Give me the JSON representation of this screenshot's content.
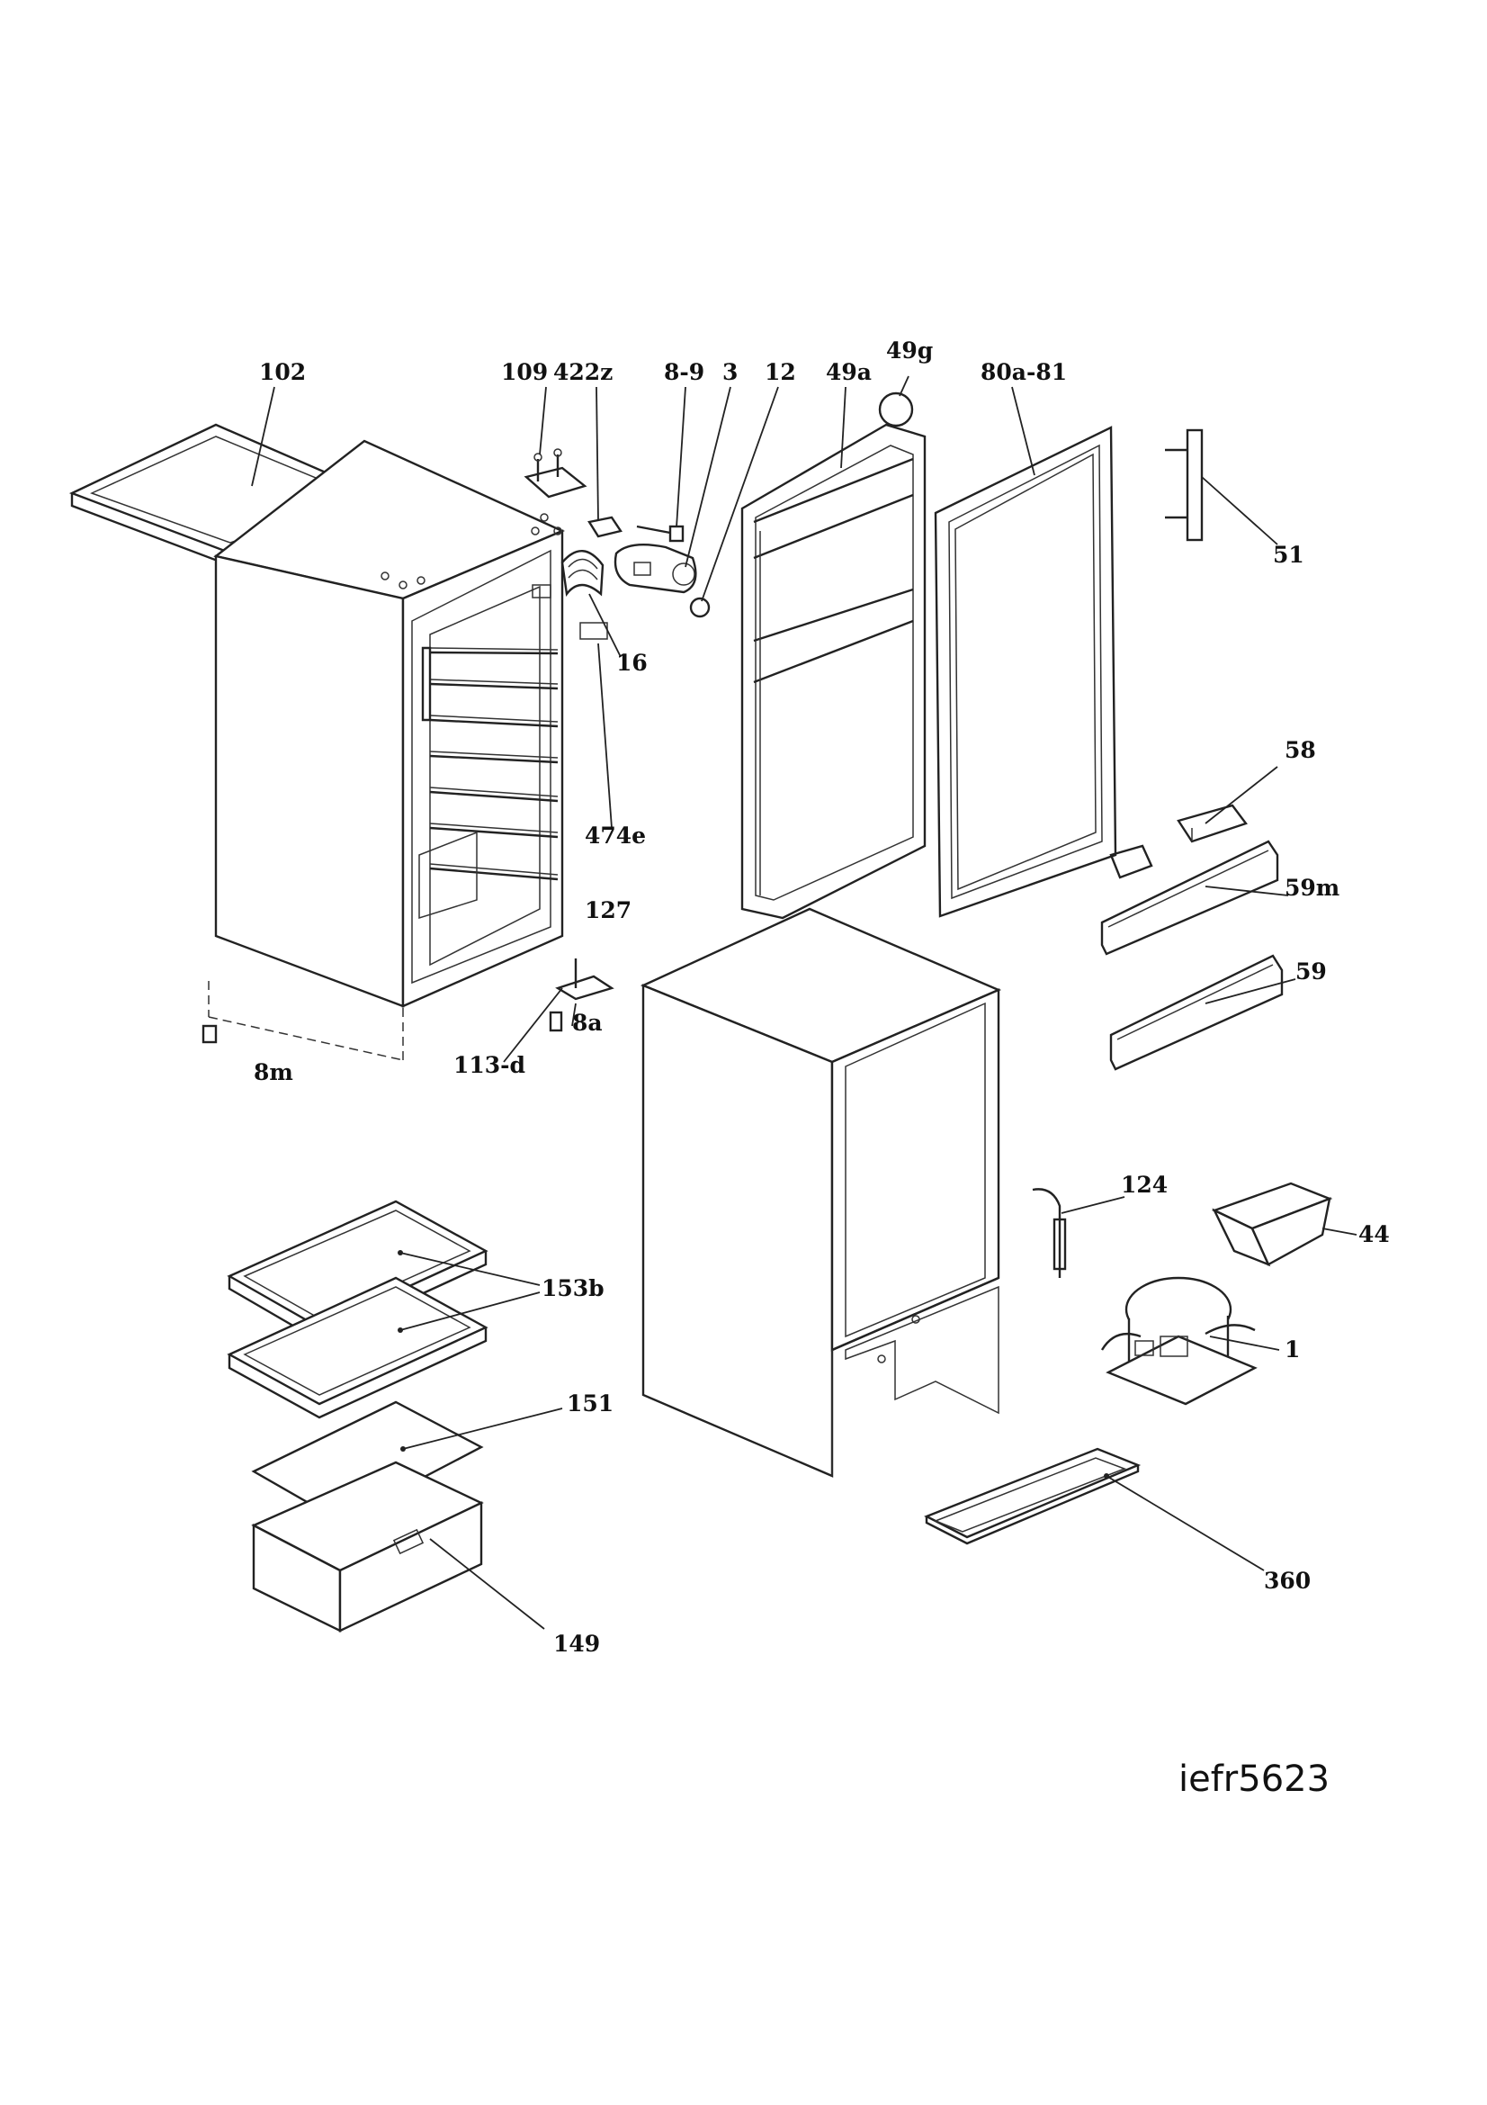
{
  "labels": [
    {
      "id": "102",
      "text": "102"
    },
    {
      "id": "109",
      "text": "109"
    },
    {
      "id": "422z",
      "text": "422z"
    },
    {
      "id": "8-9",
      "text": "8-9"
    },
    {
      "id": "3",
      "text": "3"
    },
    {
      "id": "12",
      "text": "12"
    },
    {
      "id": "49a",
      "text": "49a"
    },
    {
      "id": "49g",
      "text": "49g"
    },
    {
      "id": "80a-81",
      "text": "80a-81"
    },
    {
      "id": "51",
      "text": "51"
    },
    {
      "id": "16",
      "text": "16"
    },
    {
      "id": "474e",
      "text": "474e"
    },
    {
      "id": "127",
      "text": "127"
    },
    {
      "id": "58",
      "text": "58"
    },
    {
      "id": "59m",
      "text": "59m"
    },
    {
      "id": "59",
      "text": "59"
    },
    {
      "id": "8a",
      "text": "8a"
    },
    {
      "id": "113-d",
      "text": "113-d"
    },
    {
      "id": "8m",
      "text": "8m"
    },
    {
      "id": "124",
      "text": "124"
    },
    {
      "id": "44",
      "text": "44"
    },
    {
      "id": "153b",
      "text": "153b"
    },
    {
      "id": "1",
      "text": "1"
    },
    {
      "id": "151",
      "text": "151"
    },
    {
      "id": "360",
      "text": "360"
    },
    {
      "id": "149",
      "text": "149"
    }
  ],
  "model_code": "iefr5623"
}
